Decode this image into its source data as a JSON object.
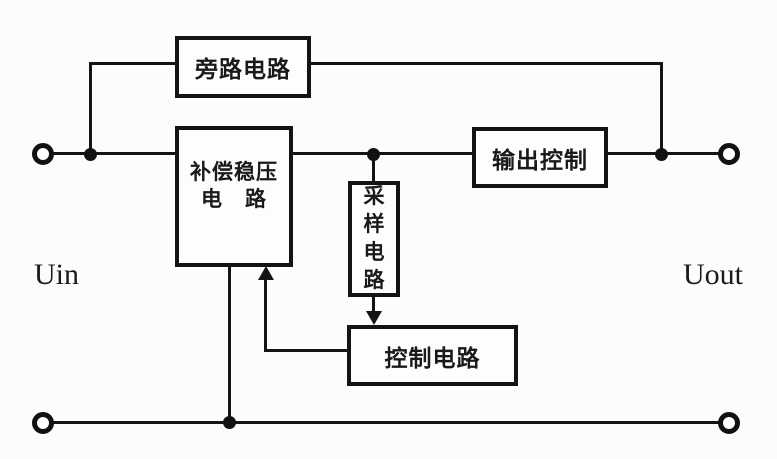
{
  "terminals": {
    "input_label": "Uin",
    "output_label": "Uout"
  },
  "blocks": {
    "bypass": {
      "label": "旁路电路"
    },
    "regulator": {
      "label_line1": "补偿稳压",
      "label_line2": "电　路"
    },
    "sampling": {
      "label": "采样电路"
    },
    "output_control": {
      "label": "输出控制"
    },
    "control": {
      "label": "控制电路"
    }
  },
  "colors": {
    "line": "#141414",
    "background": "#fcfcfc",
    "box_fill": "#fdfdfd",
    "text": "#1a1a1a"
  }
}
